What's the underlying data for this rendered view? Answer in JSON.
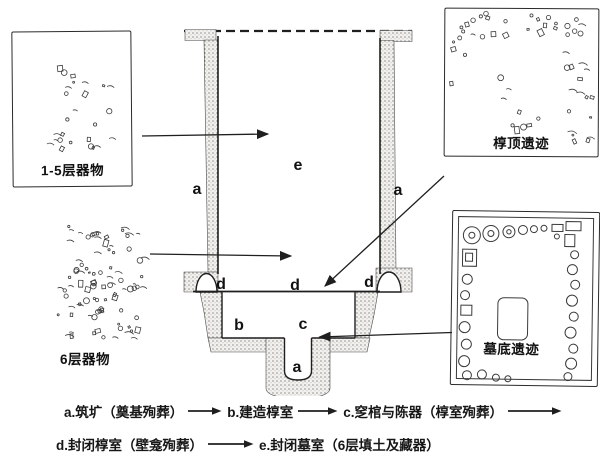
{
  "figure": {
    "background": "#ffffff",
    "ink": "#1f1f1f"
  },
  "panels": {
    "layers_1_5": {
      "caption": "1-5层器物"
    },
    "layer_6": {
      "caption": "6层器物"
    },
    "guo_top": {
      "caption": "椁顶遗迹"
    },
    "tomb_bottom": {
      "caption": "墓底遗迹"
    }
  },
  "tomb": {
    "labels": {
      "a_left": "a",
      "e": "e",
      "a_right": "a",
      "d_left": "d",
      "d_middle": "d",
      "d_right": "d",
      "b": "b",
      "c": "c",
      "a_bottom": "a"
    }
  },
  "legend": {
    "row1": [
      "a.筑圹（奠基殉葬）",
      "b.建造椁室",
      "c.窆棺与陈器（椁室殉葬）"
    ],
    "row2": [
      "d.封闭椁室（壁龛殉葬）",
      "e.封闭墓室（6层填土及藏器）"
    ]
  }
}
